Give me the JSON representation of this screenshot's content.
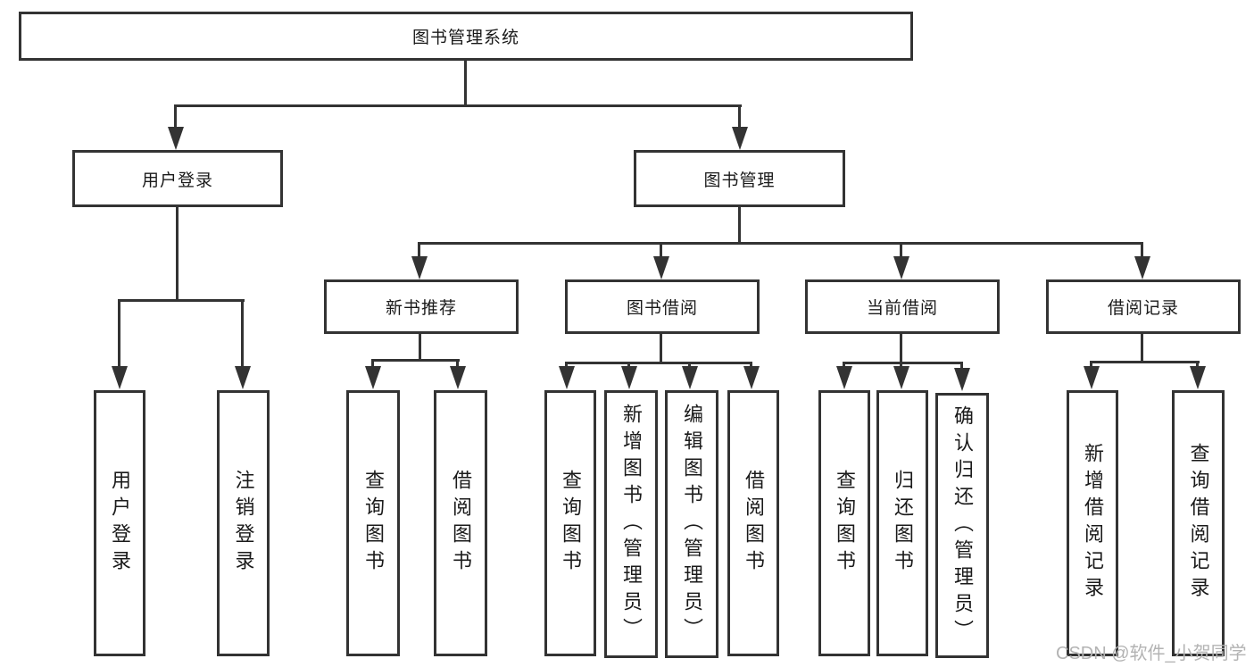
{
  "tree": {
    "label": "图书管理系统",
    "children": [
      {
        "label": "用户登录",
        "children": [
          {
            "label": "用户登录"
          },
          {
            "label": "注销登录"
          }
        ]
      },
      {
        "label": "图书管理",
        "children": [
          {
            "label": "新书推荐",
            "children": [
              {
                "label": "查询图书"
              },
              {
                "label": "借阅图书"
              }
            ]
          },
          {
            "label": "图书借阅",
            "children": [
              {
                "label": "查询图书"
              },
              {
                "label": "新增图书（管理员）"
              },
              {
                "label": "编辑图书（管理员）"
              },
              {
                "label": "借阅图书"
              }
            ]
          },
          {
            "label": "当前借阅",
            "children": [
              {
                "label": "查询图书"
              },
              {
                "label": "归还图书"
              },
              {
                "label": "确认归还（管理员）"
              }
            ]
          },
          {
            "label": "借阅记录",
            "children": [
              {
                "label": "新增借阅记录"
              },
              {
                "label": "查询借阅记录"
              }
            ]
          }
        ]
      }
    ]
  },
  "watermark": {
    "text": "CSDN @软件_小贺同学"
  },
  "colors": {
    "line": "#333333",
    "text": "#1a1a1a",
    "watermark": "#b3b3b3",
    "bg": "#ffffff"
  }
}
